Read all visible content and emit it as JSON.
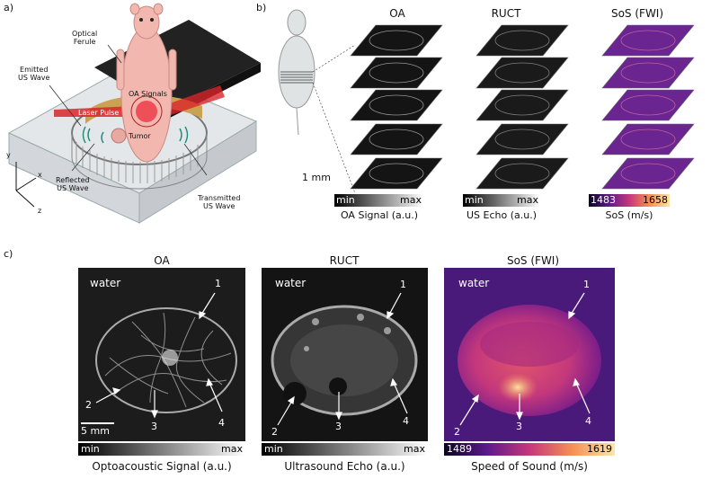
{
  "panel_a": {
    "letter": "a)",
    "labels": {
      "optical_ferule": "Optical\nFerule",
      "emitted": "Emitted\nUS Wave",
      "oa_signals": "OA Signals",
      "laser": "Laser Pulse",
      "tumor": "Tumor",
      "reflected": "Reflected\nUS Wave",
      "transmitted": "Transmitted\nUS Wave",
      "axis_y": "y",
      "axis_x": "x",
      "axis_z": "z"
    }
  },
  "panel_b": {
    "letter": "b)",
    "titles": [
      "OA",
      "RUCT",
      "SoS (FWI)"
    ],
    "scale": "1 mm",
    "oa_cbar": {
      "min": "min",
      "max": "max",
      "caption": "OA Signal (a.u.)"
    },
    "ruct_cbar": {
      "min": "min",
      "max": "max",
      "caption": "US Echo (a.u.)"
    },
    "sos_cbar": {
      "min": "1483",
      "max": "1658",
      "caption": "SoS (m/s)"
    }
  },
  "panel_c": {
    "letter": "c)",
    "titles": [
      "OA",
      "RUCT",
      "SoS (FWI)"
    ],
    "water": "water",
    "markers": [
      "1",
      "2",
      "3",
      "4"
    ],
    "scale": "5 mm",
    "oa_cbar": {
      "min": "min",
      "max": "max",
      "caption": "Optoacoustic Signal (a.u.)"
    },
    "ruct_cbar": {
      "min": "min",
      "max": "max",
      "caption": "Ultrasound Echo (a.u.)"
    },
    "sos_cbar": {
      "min": "1489",
      "max": "1619",
      "caption": "Speed of Sound (m/s)"
    }
  },
  "colors": {
    "sos_dark": "#2b0a5c",
    "sos_mid": "#b4307a",
    "sos_bright": "#fbd07a",
    "laser": "#d9262a",
    "mouse": "#f2b8b0"
  }
}
